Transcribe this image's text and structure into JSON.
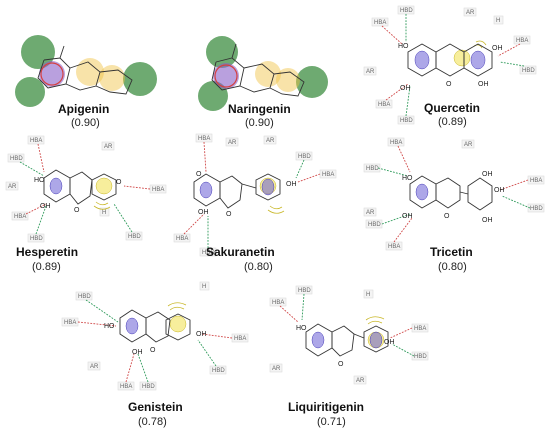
{
  "compounds": [
    {
      "name": "Apigenin",
      "score": "(0.90)"
    },
    {
      "name": "Naringenin",
      "score": "(0.90)"
    },
    {
      "name": "Quercetin",
      "score": "(0.89)"
    },
    {
      "name": "Hesperetin",
      "score": "(0.89)"
    },
    {
      "name": "Sakuranetin",
      "score": "(0.80)"
    },
    {
      "name": "Tricetin",
      "score": "(0.80)"
    },
    {
      "name": "Genistein",
      "score": "(0.78)"
    },
    {
      "name": "Liquiritigenin",
      "score": "(0.71)"
    }
  ],
  "feature_labels": {
    "hbd": "HBD",
    "hba": "HBA",
    "ar": "AR",
    "h": "H"
  },
  "atoms": {
    "oh": "OH",
    "ho": "HO",
    "o": "O"
  },
  "colors": {
    "hbd": "#2e9a5a",
    "hba": "#d04848",
    "aromatic": "#6a5fd6",
    "hydrophobic": "#f2e35a"
  }
}
